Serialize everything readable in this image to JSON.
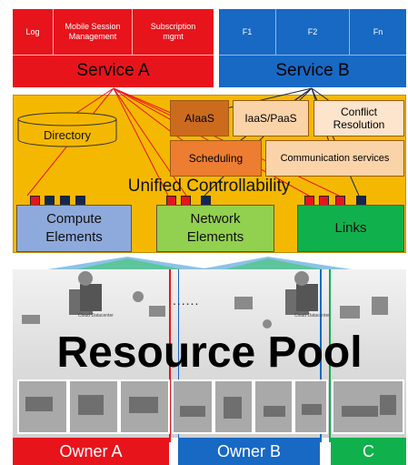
{
  "service_a": {
    "title": "Service A",
    "cells": [
      "Log",
      "Mobile Session Management",
      "Subscription mgmt"
    ]
  },
  "service_b": {
    "title": "Service B",
    "cells": [
      "F1",
      "F2",
      "Fn"
    ]
  },
  "controllability": {
    "title": "Unified Controllability",
    "directory": "Directory",
    "aiaas": "AIaaS",
    "iaas_paas": "IaaS/PaaS",
    "conflict_resolution": "Conflict Resolution",
    "scheduling": "Scheduling",
    "communication_services": "Communication services"
  },
  "elements": {
    "compute": "Compute Elements",
    "network": "Network Elements",
    "links": "Links"
  },
  "resource_pool": {
    "title": "Resource Pool",
    "cloud_label": "Cloud Datacenter",
    "dots": "......"
  },
  "owners": [
    "Owner A",
    "Owner B",
    "C"
  ],
  "colors": {
    "red": "#e8141b",
    "blue": "#1769c4",
    "orange_panel": "#f5b800",
    "compute": "#8eaadc",
    "network": "#92d050",
    "links": "#10b14c",
    "owner_c": "#10b14c",
    "navy": "#14284f"
  }
}
